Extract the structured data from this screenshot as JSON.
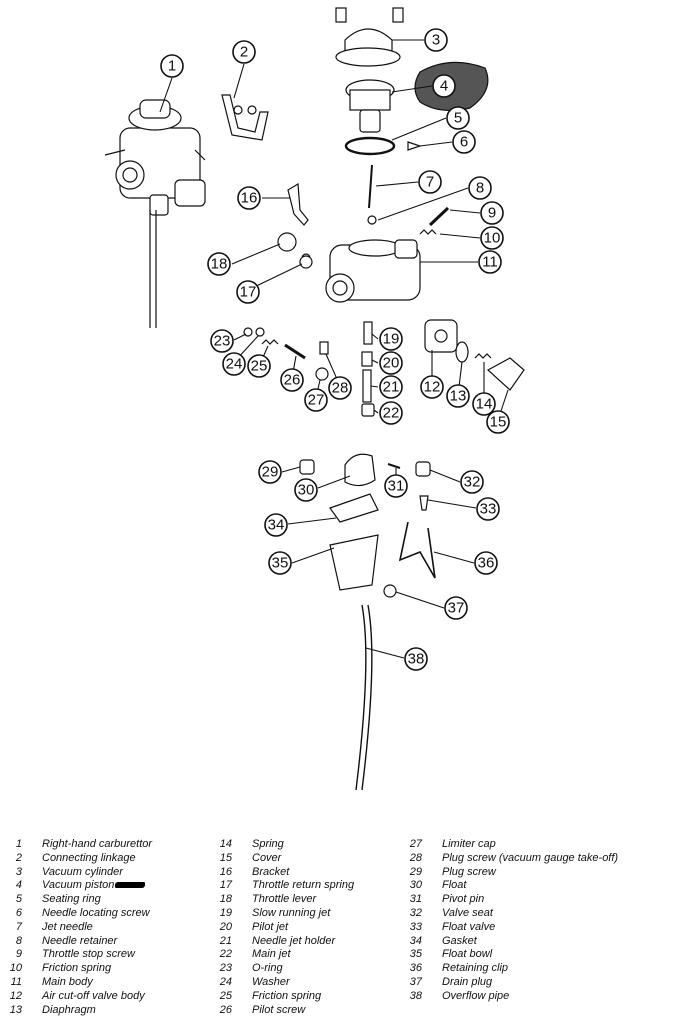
{
  "legend": [
    {
      "num": "1",
      "label": "Right-hand carburettor"
    },
    {
      "num": "2",
      "label": "Connecting linkage"
    },
    {
      "num": "3",
      "label": "Vacuum cylinder"
    },
    {
      "num": "4",
      "label": "Vacuum piston"
    },
    {
      "num": "5",
      "label": "Seating ring"
    },
    {
      "num": "6",
      "label": "Needle locating screw"
    },
    {
      "num": "7",
      "label": "Jet needle"
    },
    {
      "num": "8",
      "label": "Needle retainer"
    },
    {
      "num": "9",
      "label": "Throttle stop screw"
    },
    {
      "num": "10",
      "label": "Friction spring"
    },
    {
      "num": "11",
      "label": "Main body"
    },
    {
      "num": "12",
      "label": "Air cut-off valve body"
    },
    {
      "num": "13",
      "label": "Diaphragm"
    },
    {
      "num": "14",
      "label": "Spring"
    },
    {
      "num": "15",
      "label": "Cover"
    },
    {
      "num": "16",
      "label": "Bracket"
    },
    {
      "num": "17",
      "label": "Throttle return spring"
    },
    {
      "num": "18",
      "label": "Throttle lever"
    },
    {
      "num": "19",
      "label": "Slow running jet"
    },
    {
      "num": "20",
      "label": "Pilot jet"
    },
    {
      "num": "21",
      "label": "Needle jet holder"
    },
    {
      "num": "22",
      "label": "Main jet"
    },
    {
      "num": "23",
      "label": "O-ring"
    },
    {
      "num": "24",
      "label": "Washer"
    },
    {
      "num": "25",
      "label": "Friction spring"
    },
    {
      "num": "26",
      "label": "Pilot screw"
    },
    {
      "num": "27",
      "label": "Limiter cap"
    },
    {
      "num": "28",
      "label": "Plug screw (vacuum gauge take-off)"
    },
    {
      "num": "29",
      "label": "Plug screw"
    },
    {
      "num": "30",
      "label": "Float"
    },
    {
      "num": "31",
      "label": "Pivot pin"
    },
    {
      "num": "32",
      "label": "Valve seat"
    },
    {
      "num": "33",
      "label": "Float valve"
    },
    {
      "num": "34",
      "label": "Gasket"
    },
    {
      "num": "35",
      "label": "Float bowl"
    },
    {
      "num": "36",
      "label": "Retaining clip"
    },
    {
      "num": "37",
      "label": "Drain plug"
    },
    {
      "num": "38",
      "label": "Overflow pipe"
    }
  ]
}
